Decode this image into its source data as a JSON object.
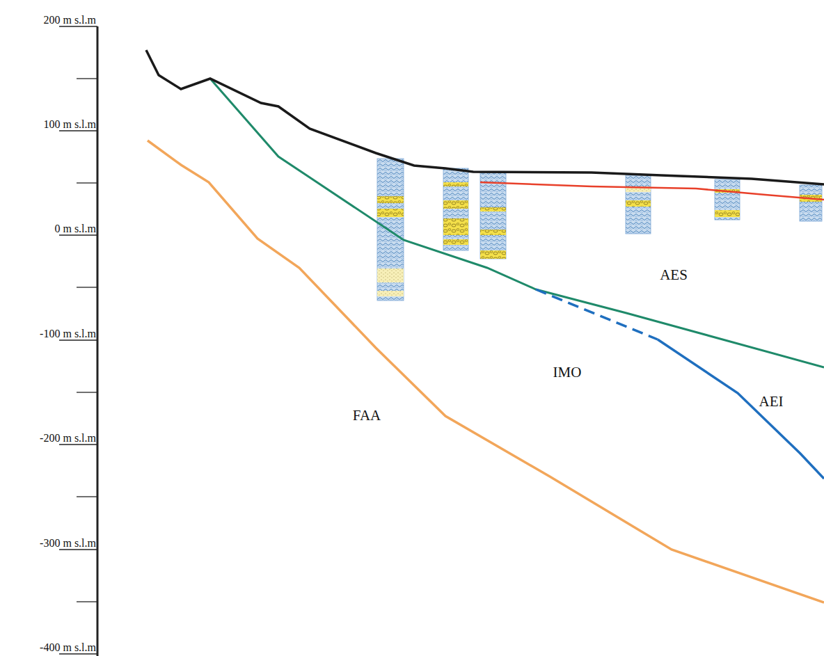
{
  "diagram": {
    "labels": [
      "200 m s.l.m",
      "100 m s.l.m",
      "0 m s.l.m",
      "-100 m s.l.m",
      "-200 m s.l.m",
      "-300 m s.l.m",
      "-400 m s.l.m",
      "AES",
      "IMO",
      "AEI",
      "FAA"
    ]
  }
}
